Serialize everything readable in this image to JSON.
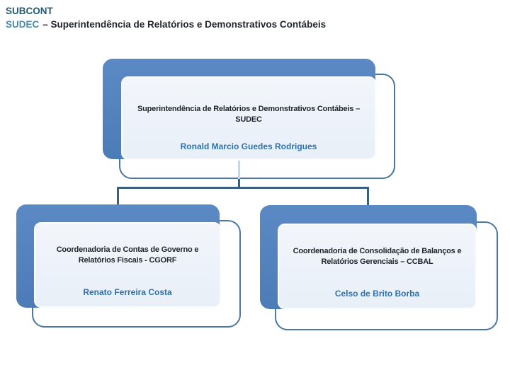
{
  "header": {
    "title": "SUBCONT",
    "subtitle_acronym": "SUDEC",
    "subtitle_rest": "– Superintendência de Relatórios e Demonstrativos Contábeis"
  },
  "org_chart": {
    "root": {
      "title_lines": [
        "Superintendência de Relatórios e Demonstrativos Contábeis –",
        "SUDEC"
      ],
      "manager": "Ronald Marcio Guedes Rodrigues"
    },
    "children": [
      {
        "title_lines": [
          "Coordenadoria de Contas de Governo e",
          "Relatórios Fiscais - CGORF"
        ],
        "manager": "Renato Ferreira Costa"
      },
      {
        "title_lines": [
          "Coordenadoria de Consolidação de Balanços e",
          "Relatórios Gerenciais – CCBAL"
        ],
        "manager": "Celso de Brito Borba"
      }
    ]
  },
  "colors": {
    "accent-blue": "#5282BE",
    "frame-border": "#4A76A3",
    "panel-fill": "#E9EFF8",
    "connector": "#3A607F",
    "manager-text": "#2B73B0",
    "title-text": "#22262C",
    "header-primary": "#235C72",
    "header-accent": "#4C89A8"
  }
}
